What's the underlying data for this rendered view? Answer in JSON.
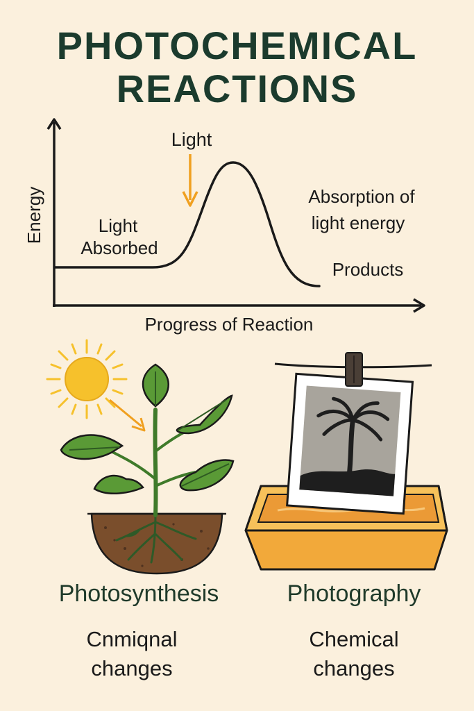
{
  "title": {
    "line1": "PHOTOCHEMICAL",
    "line2": "REACTIONS"
  },
  "graph": {
    "y_axis_label": "Energy",
    "x_axis_label": "Progress of Reaction",
    "label_light": "Light",
    "label_light_absorbed_1": "Light",
    "label_light_absorbed_2": "Absorbed",
    "label_absorption_1": "Absorption of",
    "label_absorption_2": "light energy",
    "label_products": "Products"
  },
  "panels": {
    "left": {
      "caption": "Photosynthesis",
      "sub1": "Cnmiqnal",
      "sub2": "changes"
    },
    "right": {
      "caption": "Photography",
      "sub1": "Chemical",
      "sub2": "changes"
    }
  },
  "colors": {
    "background": "#fbf0dd",
    "title": "#1b3b2d",
    "arrow": "#f0a020",
    "sun": "#f6c12c",
    "leaf": "#5a9a36",
    "soil": "#7a4e2c",
    "tray": "#f2a93a"
  }
}
